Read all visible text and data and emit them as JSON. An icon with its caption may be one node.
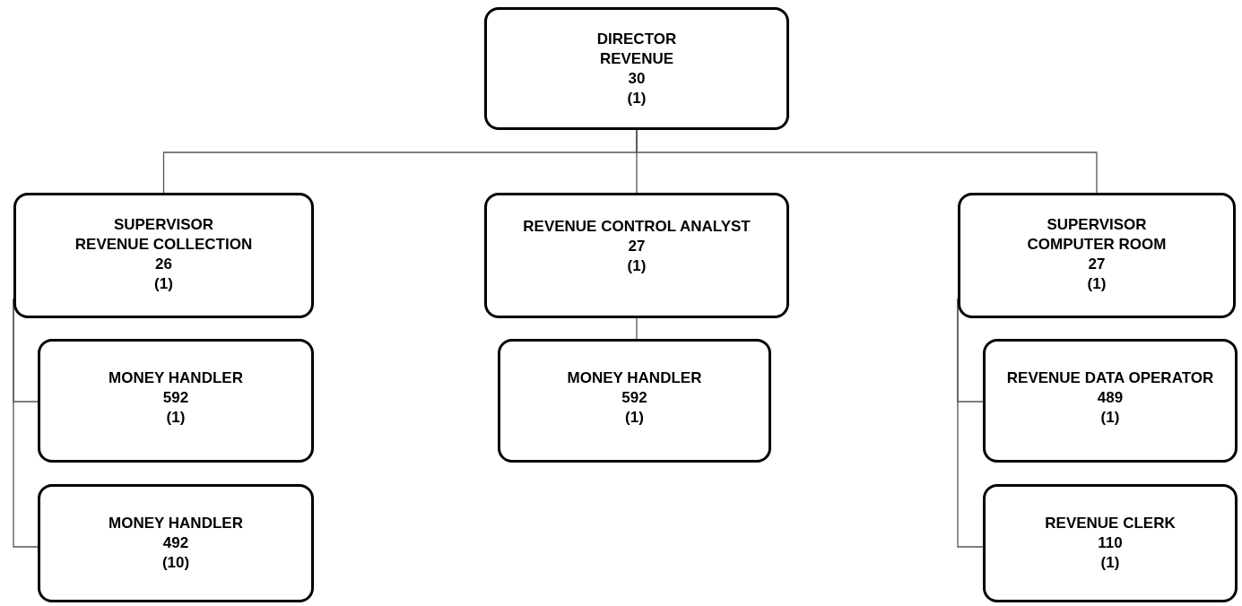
{
  "diagram": {
    "nodes": [
      {
        "text": [
          "DIRECTOR",
          "REVENUE",
          "30",
          "(1)"
        ]
      },
      {
        "text": [
          "SUPERVISOR",
          "REVENUE COLLECTION",
          "26",
          "(1)"
        ]
      },
      {
        "text": [
          "REVENUE CONTROL ANALYST",
          "27",
          "(1)"
        ]
      },
      {
        "text": [
          "SUPERVISOR",
          "COMPUTER ROOM",
          "27",
          "(1)"
        ]
      },
      {
        "text": [
          "MONEY HANDLER",
          "592",
          "(1)"
        ]
      },
      {
        "text": [
          "MONEY HANDLER",
          "492",
          "(10)"
        ]
      },
      {
        "text": [
          "MONEY HANDLER",
          "592",
          "(1)"
        ]
      },
      {
        "text": [
          "REVENUE DATA OPERATOR",
          "489",
          "(1)"
        ]
      },
      {
        "text": [
          "REVENUE CLERK",
          "110",
          "(1)"
        ]
      }
    ],
    "edges": [
      {
        "from": 0,
        "to": 1,
        "arrow": "none"
      },
      {
        "from": 0,
        "to": 2,
        "arrow": "none"
      },
      {
        "from": 0,
        "to": 3,
        "arrow": "none"
      },
      {
        "from": 1,
        "to": 4,
        "arrow": "none"
      },
      {
        "from": 1,
        "to": 5,
        "arrow": "none"
      },
      {
        "from": 2,
        "to": 6,
        "arrow": "none"
      },
      {
        "from": 3,
        "to": 7,
        "arrow": "none"
      },
      {
        "from": 3,
        "to": 8,
        "arrow": "none"
      }
    ]
  }
}
